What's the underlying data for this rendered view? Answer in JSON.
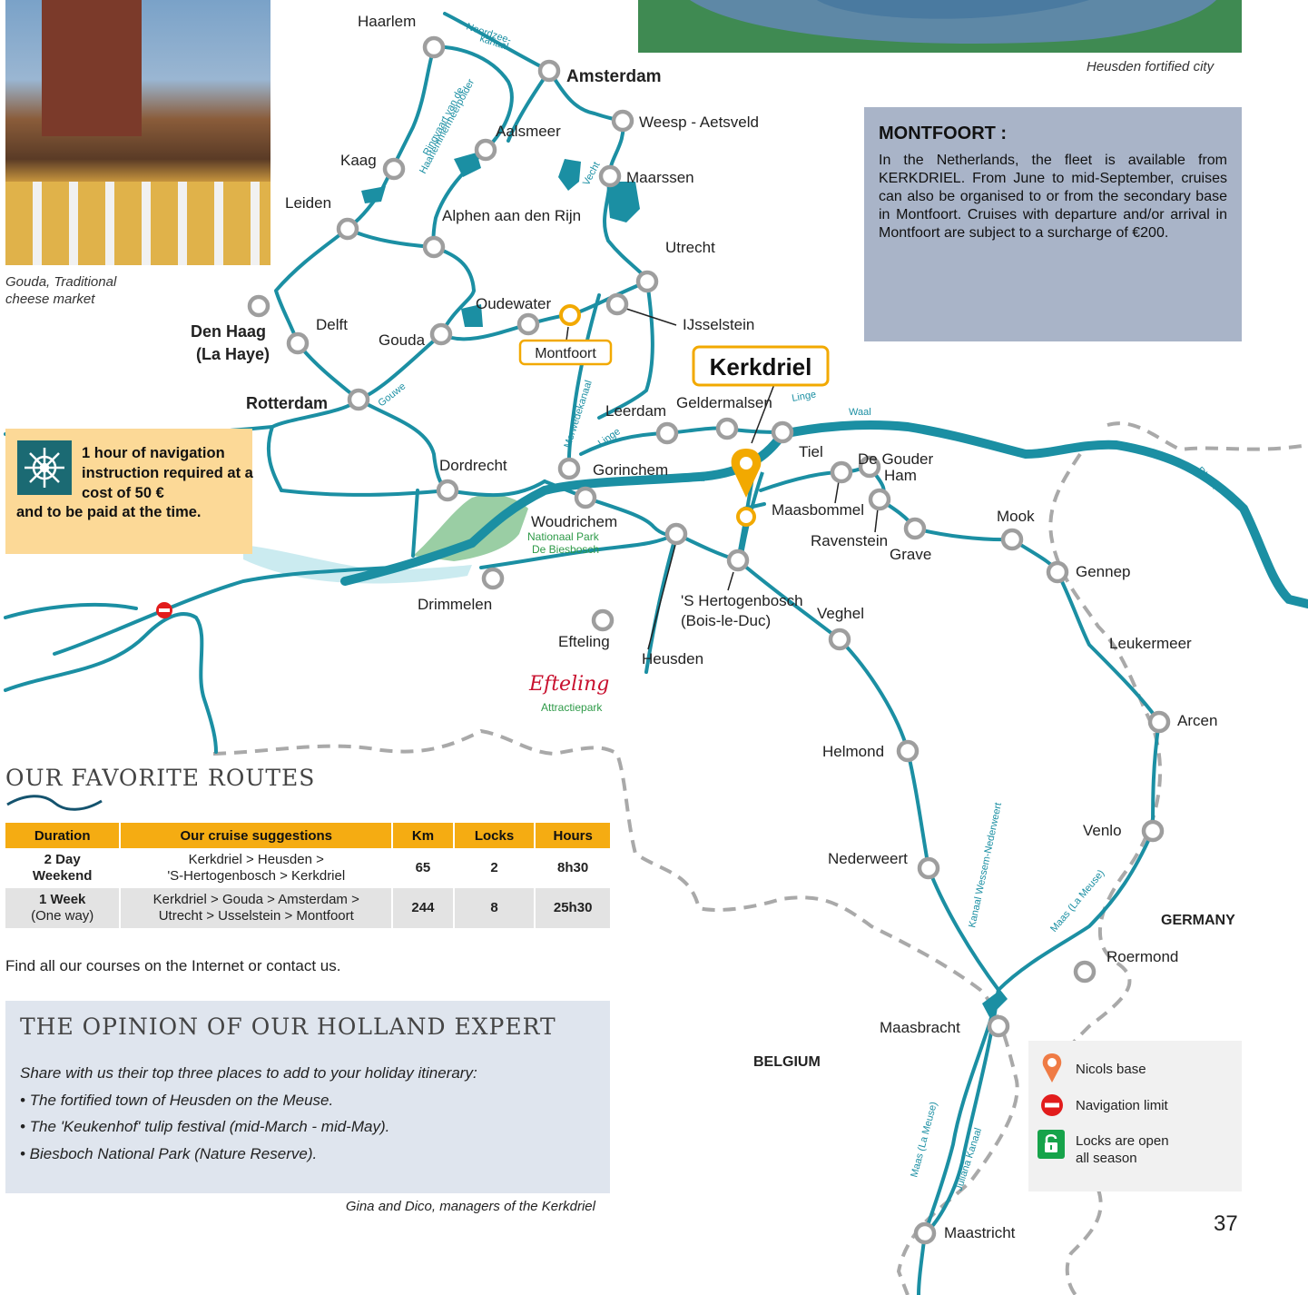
{
  "colors": {
    "water": "#1b8fa3",
    "node_stroke": "#9e9e9e",
    "base": "#f2a900",
    "box_montfoort": "#a9b4c8",
    "box_nav": "#fcd997",
    "table_header": "#f5ac12",
    "opinion_bg": "#dfe5ee"
  },
  "captions": {
    "gouda_line1": "Gouda, Traditional",
    "gouda_line2": "cheese market",
    "heusden": "Heusden fortified city"
  },
  "montfoort": {
    "title": "MONTFOORT :",
    "text": "In the Netherlands, the fleet is available from KERKDRIEL. From June to mid-September, cruises can also be organised to or from the secondary base in Montfoort. Cruises with departure and/or arrival in Montfoort are subject to a surcharge of €200."
  },
  "navigation": {
    "line1": "1 hour of navigation instruction required at a cost of 50 €",
    "line2": "and to be paid at the time."
  },
  "routes": {
    "title": "OUR FAVORITE ROUTES",
    "headers": [
      "Duration",
      "Our cruise suggestions",
      "Km",
      "Locks",
      "Hours"
    ],
    "rows": [
      {
        "duration": "2 Day",
        "duration_sub": "Weekend",
        "suggestion_1": "Kerkdriel > Heusden >",
        "suggestion_2": "'S-Hertogenbosch > Kerkdriel",
        "km": "65",
        "locks": "2",
        "hours": "8h30"
      },
      {
        "duration": "1 Week",
        "duration_sub": "(One way)",
        "suggestion_1": "Kerkdriel > Gouda > Amsterdam >",
        "suggestion_2": "Utrecht > Usselstein > Montfoort",
        "km": "244",
        "locks": "8",
        "hours": "25h30"
      }
    ],
    "footer": "Find all our courses on the Internet or contact us."
  },
  "opinion": {
    "title": "THE OPINION OF OUR HOLLAND EXPERT",
    "intro": "Share with us their top three places to add to your holiday itinerary:",
    "items": [
      "• The fortified town of Heusden on the Meuse.",
      "• The 'Keukenhof' tulip festival (mid-March - mid-May).",
      "• Biesboch National Park (Nature Reserve)."
    ],
    "signature": "Gina and Dico, managers of the Kerkdriel"
  },
  "legend": {
    "base": "Nicols base",
    "limit": "Navigation limit",
    "locks_1": "Locks are open",
    "locks_2": "all season"
  },
  "map": {
    "towns": {
      "haarlem": "Haarlem",
      "amsterdam": "Amsterdam",
      "aalsmeer": "Aalsmeer",
      "weesp": "Weesp - Aetsveld",
      "kaag": "Kaag",
      "maarssen": "Maarssen",
      "leiden": "Leiden",
      "alphen": "Alphen aan den Rijn",
      "utrecht": "Utrecht",
      "oudewater": "Oudewater",
      "montfoort": "Montfoort",
      "ijsselstein": "IJsselstein",
      "delft": "Delft",
      "denhaag_1": "Den Haag",
      "denhaag_2": "(La Haye)",
      "gouda": "Gouda",
      "kerkdriel": "Kerkdriel",
      "rotterdam": "Rotterdam",
      "leerdam": "Leerdam",
      "geldermalsen": "Geldermalsen",
      "tiel": "Tiel",
      "degouder_1": "De Gouder",
      "degouder_2": "Ham",
      "dordrecht": "Dordrecht",
      "gorinchem": "Gorinchem",
      "maasbommel": "Maasbommel",
      "woudrichem": "Woudrichem",
      "ravenstein": "Ravenstein",
      "grave": "Grave",
      "mook": "Mook",
      "gennep": "Gennep",
      "drimmelen": "Drimmelen",
      "hertogenbosch_1": "'S Hertogenbosch",
      "hertogenbosch_2": "(Bois-le-Duc)",
      "veghel": "Veghel",
      "efteling": "Efteling",
      "heusden": "Heusden",
      "leukermeer": "Leukermeer",
      "arcen": "Arcen",
      "helmond": "Helmond",
      "venlo": "Venlo",
      "nederweert": "Nederweert",
      "roermond": "Roermond",
      "maasbracht": "Maasbracht",
      "maastricht": "Maastricht"
    },
    "countries": {
      "germany": "GERMANY",
      "belgium": "BELGIUM"
    },
    "waterways": {
      "noordzee_1": "Noordzee-",
      "noordzee_2": "kanaal",
      "ringvaart_1": "Ringvaart van de",
      "ringvaart_2": "Haarlemmermeerpolder",
      "vecht": "Vecht",
      "gouwe": "Gouwe",
      "merwedekanaal": "Merwedekanaal",
      "linge_1": "Linge",
      "linge_2": "Linge",
      "waal_1": "Waal",
      "waal_2": "Waal",
      "rhein": "Rhein",
      "kanaal_wessem": "Kanaal Wessem-Nederweert",
      "maas_1": "Maas (La Meuse)",
      "maas_2": "Maas (La Meuse)",
      "juliana": "Juliana Kanaal"
    },
    "park_1": "Nationaal Park",
    "park_2": "De Biesbosch",
    "efteling_logo": "Efteling",
    "efteling_sub": "Attractiepark"
  },
  "page_number": "37"
}
